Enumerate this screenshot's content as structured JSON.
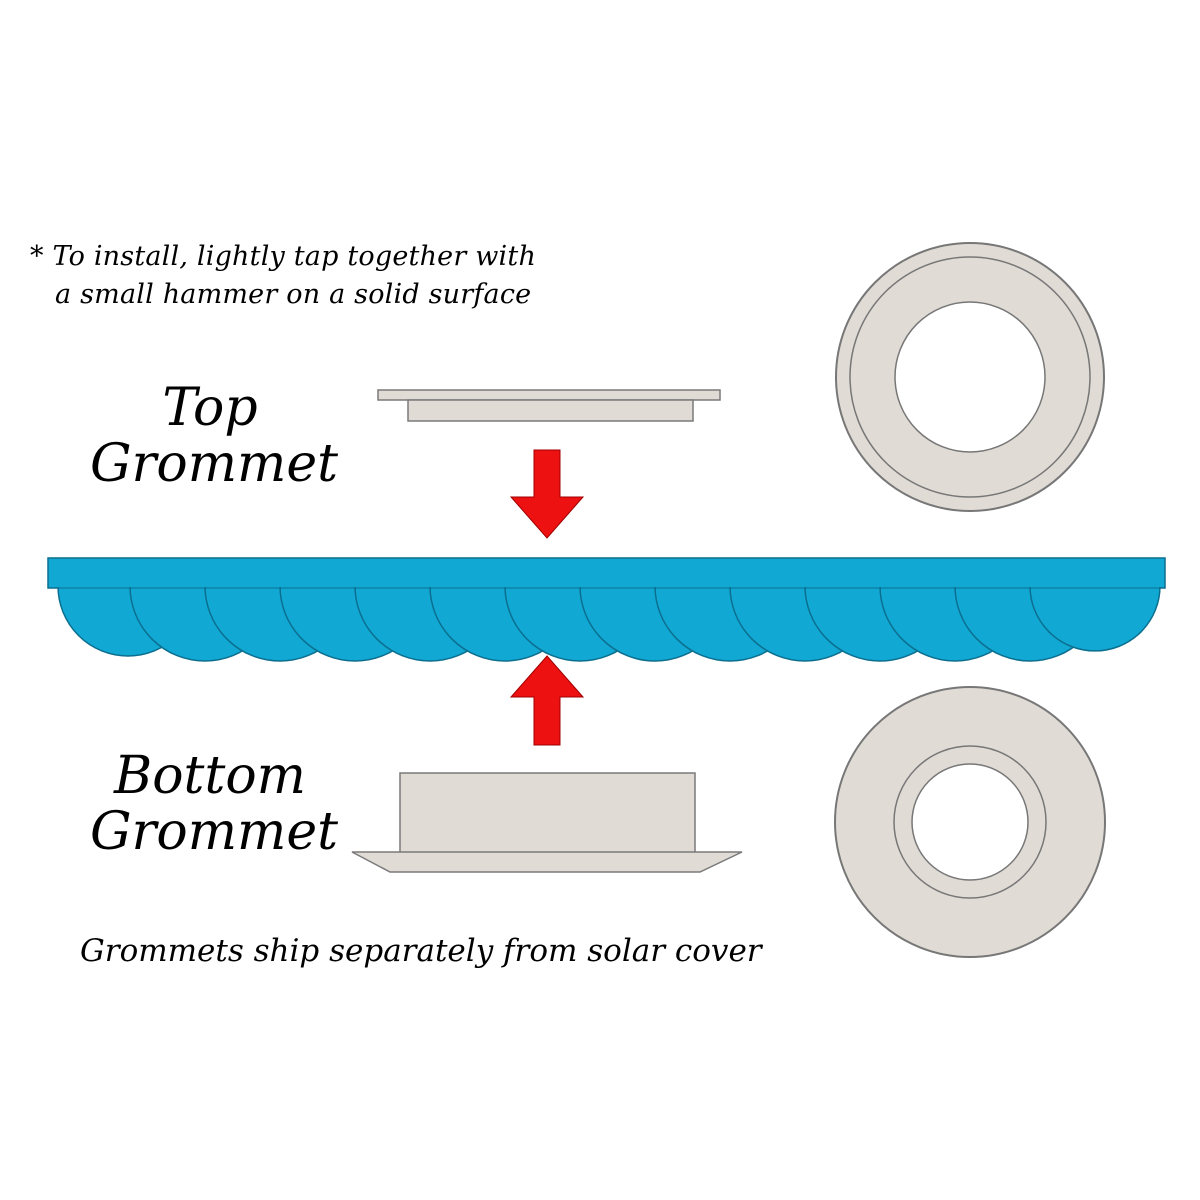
{
  "instructions": {
    "line1": "* To install, lightly tap together with",
    "line2": "a small hammer on a solid surface"
  },
  "labels": {
    "top_line1": "Top",
    "top_line2": "Grommet",
    "bottom_line1": "Bottom",
    "bottom_line2": "Grommet"
  },
  "footer": "Grommets ship separately from solar cover",
  "colors": {
    "grommet_fill": "#e0dbd5",
    "grommet_stroke": "#7a7a7a",
    "cover_blue": "#12a8d4",
    "arrow_red": "#ee1111"
  },
  "icons": {
    "arrow": "red-down-up-arrow"
  }
}
